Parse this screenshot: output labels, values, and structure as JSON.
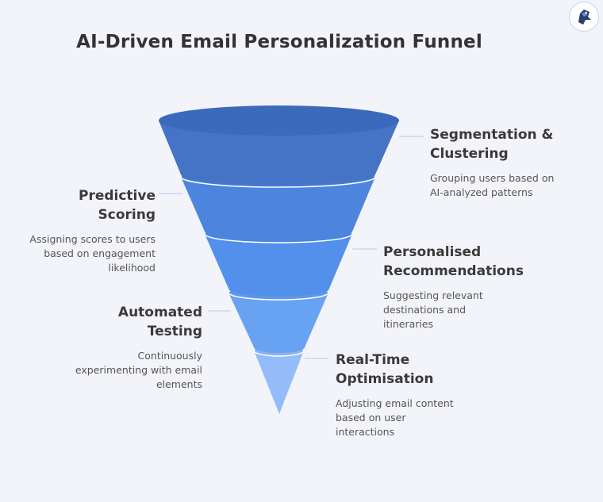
{
  "title": "AI-Driven Email Personalization Funnel",
  "logo": {
    "icon": "brand-logo-icon"
  },
  "stages": [
    {
      "title_lines": [
        "Segmentation &",
        "Clustering"
      ],
      "desc_lines": [
        "Grouping users based on",
        "AI-analyzed patterns"
      ],
      "color": "#4573c6"
    },
    {
      "title_lines": [
        "Predictive",
        "Scoring"
      ],
      "desc_lines": [
        "Assigning scores to users",
        "based on engagement",
        "likelihood"
      ],
      "color": "#4d85de"
    },
    {
      "title_lines": [
        "Personalised",
        "Recommendations"
      ],
      "desc_lines": [
        "Suggesting relevant",
        "destinations and",
        "itineraries"
      ],
      "color": "#5390ec"
    },
    {
      "title_lines": [
        "Automated",
        "Testing"
      ],
      "desc_lines": [
        "Continuously",
        "experimenting with email",
        "elements"
      ],
      "color": "#68a2f3"
    },
    {
      "title_lines": [
        "Real-Time",
        "Optimisation"
      ],
      "desc_lines": [
        "Adjusting email content",
        "based on user",
        "interactions"
      ],
      "color": "#94bcf9"
    }
  ]
}
